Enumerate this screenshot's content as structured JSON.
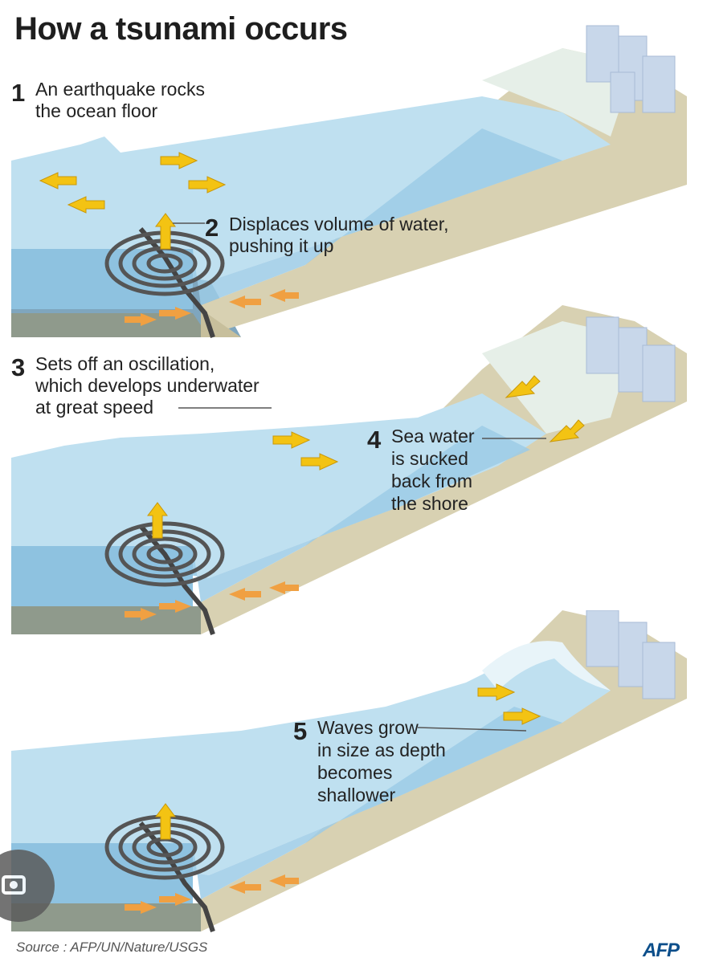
{
  "title": "How a tsunami occurs",
  "steps": [
    {
      "number": "1",
      "text": [
        "An earthquake rocks",
        "the ocean floor"
      ]
    },
    {
      "number": "2",
      "text": [
        "Displaces volume of water,",
        "pushing it up"
      ]
    },
    {
      "number": "3",
      "text": [
        "Sets off an oscillation,",
        "which develops underwater",
        "at great speed"
      ]
    },
    {
      "number": "4",
      "text": [
        "Sea water",
        "is sucked",
        "back from",
        "the shore"
      ]
    },
    {
      "number": "5",
      "text": [
        "Waves grow",
        "in size as depth",
        "becomes",
        "shallower"
      ]
    }
  ],
  "source": "Source : AFP/UN/Nature/USGS",
  "logo": "AFP",
  "icons": {
    "lens": "camera-search-icon"
  },
  "colors": {
    "water": "#a9d3ea",
    "water_deep": "#8ec2e0",
    "sand": "#d8d1b2",
    "arrow_yellow": "#f3c313",
    "arrow_orange": "#f0a042",
    "rings": "#555555"
  }
}
